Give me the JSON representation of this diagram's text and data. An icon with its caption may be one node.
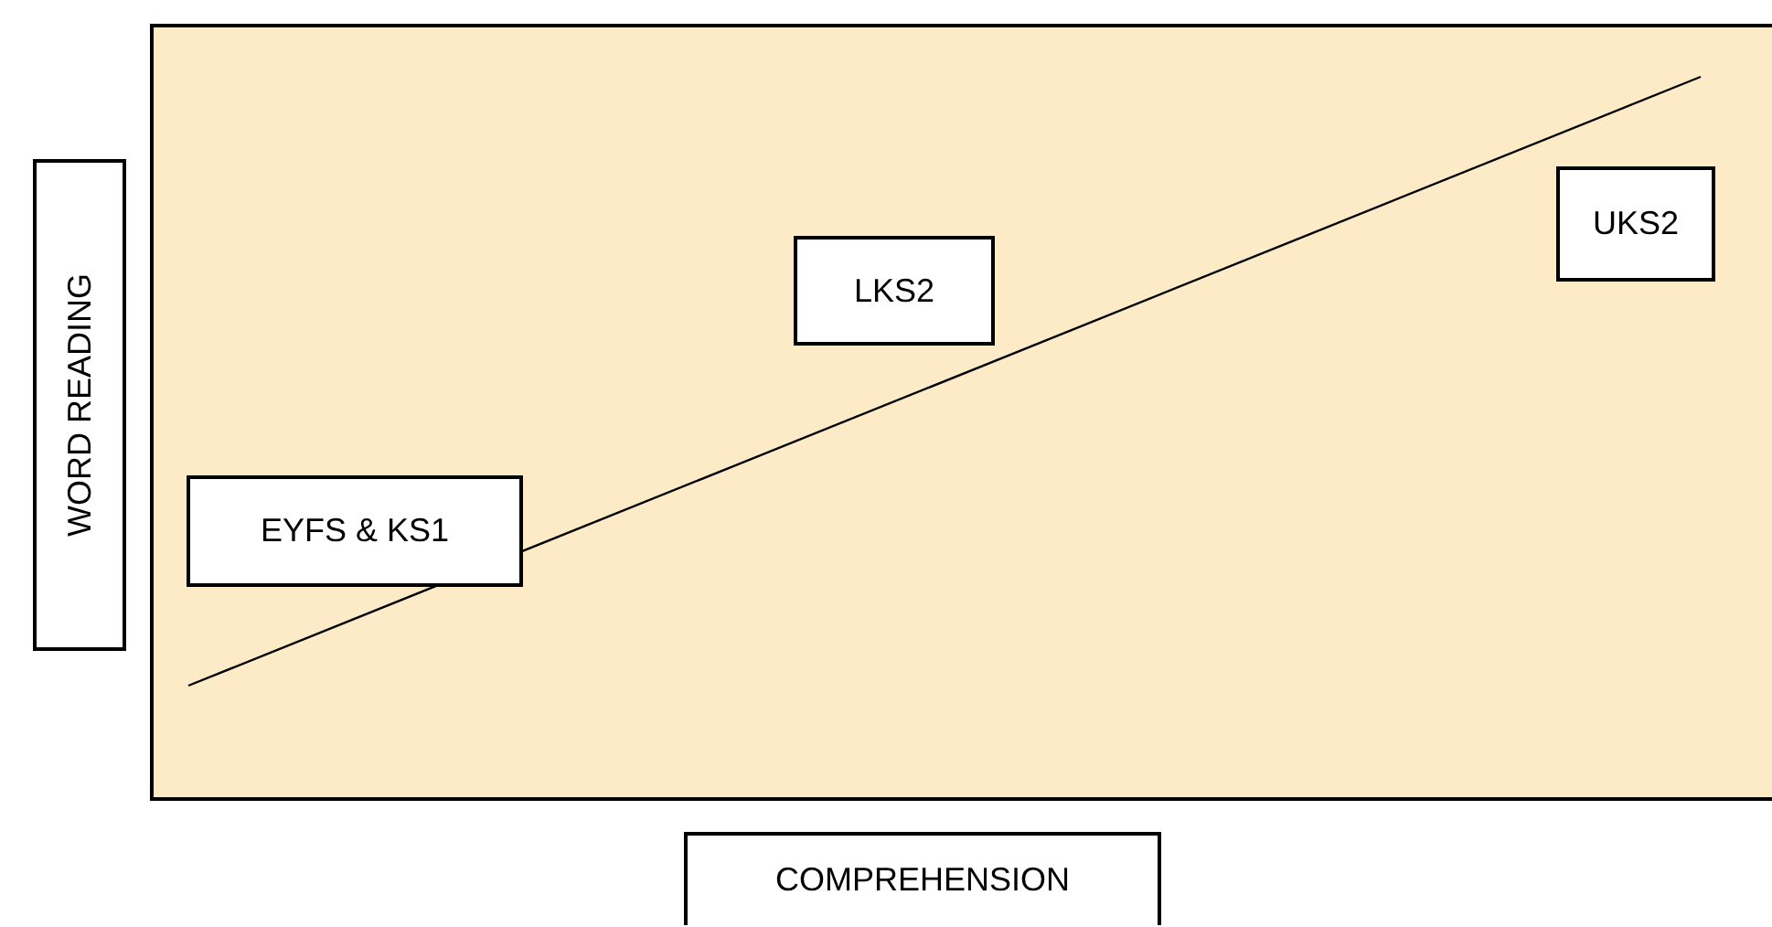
{
  "diagram": {
    "nodes": [
      {
        "text": [],
        "shape": "box"
      },
      {
        "text": [
          "LKS2"
        ],
        "in": 0
      },
      {
        "text": [
          "UKS2"
        ],
        "in": 0
      },
      {
        "text": [
          "EYFS & KS1"
        ],
        "in": 0
      },
      {
        "text": [
          "WORD READING"
        ]
      },
      {
        "text": [
          "COMPREHENSION"
        ]
      }
    ],
    "edges": []
  }
}
